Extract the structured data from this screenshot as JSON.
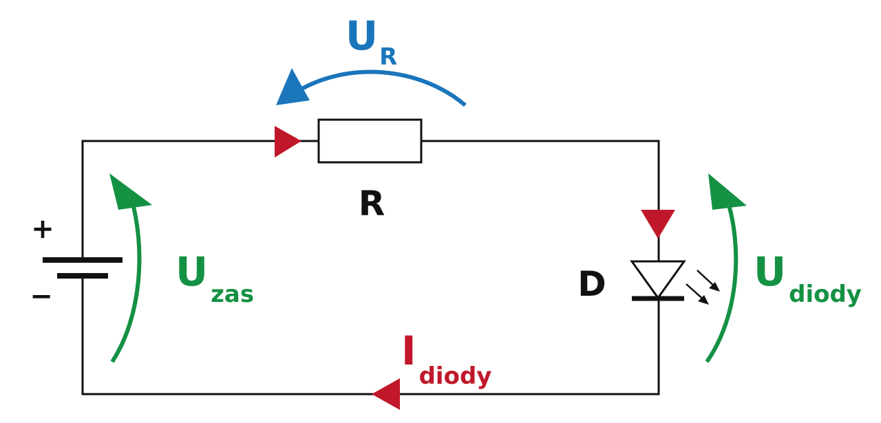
{
  "colors": {
    "wire": "#111111",
    "current": "#c0182a",
    "voltage_green": "#149143",
    "voltage_blue": "#1b75bb"
  },
  "labels": {
    "resistor": "R",
    "diode": "D",
    "plus": "+",
    "minus": "−",
    "u_r": {
      "main": "U",
      "sub": "R"
    },
    "u_zas": {
      "main": "U",
      "sub": "zas"
    },
    "u_diody": {
      "main": "U",
      "sub": "diody"
    },
    "i_diody": {
      "main": "I",
      "sub": "diody"
    }
  }
}
